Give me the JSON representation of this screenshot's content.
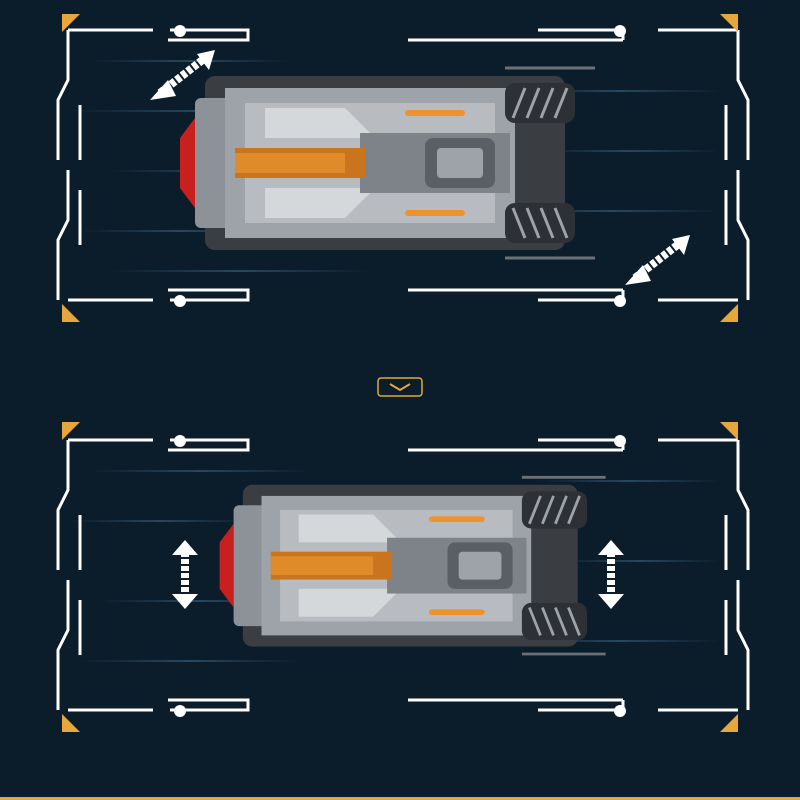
{
  "colors": {
    "background": "#0b1d2a",
    "frame_line": "#ffffff",
    "corner_accent": "#e8a73a",
    "vehicle_body": "#9ea3a9",
    "vehicle_dark": "#3a3d42",
    "accent_orange": "#f0922a",
    "accent_red": "#c8201e",
    "streak": "#4a7fa6"
  },
  "panels": [
    {
      "name": "diagonal-move-panel",
      "motion": "diagonal",
      "arrow_icons": [
        "diagonal-double-arrow-icon",
        "diagonal-double-arrow-icon"
      ]
    },
    {
      "name": "lateral-move-panel",
      "motion": "lateral",
      "arrow_icons": [
        "vertical-double-arrow-icon",
        "vertical-double-arrow-icon"
      ]
    }
  ],
  "divider_icon": "chevron-down-icon"
}
